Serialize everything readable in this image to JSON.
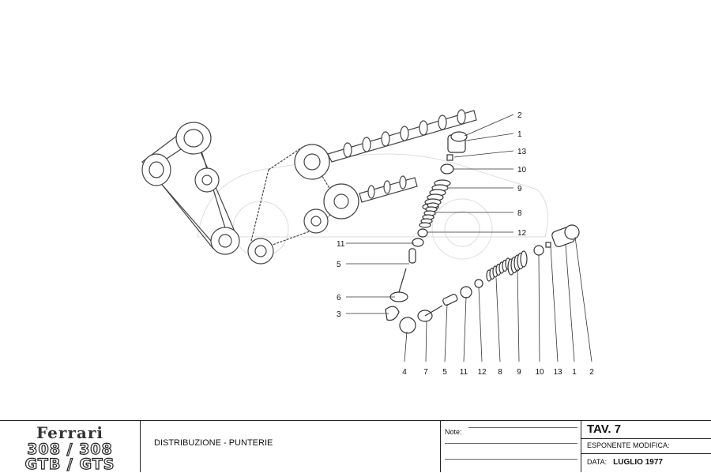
{
  "diagram": {
    "upper_callouts": [
      "2",
      "1",
      "13",
      "10",
      "9",
      "8",
      "12"
    ],
    "left_callouts": [
      "11",
      "5",
      "6",
      "3"
    ],
    "bottom_callouts": [
      "4",
      "7",
      "5",
      "11",
      "12",
      "8",
      "9",
      "10",
      "13",
      "1",
      "2"
    ]
  },
  "title_block": {
    "brand": "Ferrari",
    "models_line1": "308 / 308",
    "models_line2": "GTB / GTS",
    "title": "DISTRIBUZIONE - PUNTERIE",
    "notes_label": "Note:",
    "table_number": "TAV. 7",
    "revision_label": "ESPONENTE MODIFICA:",
    "date_label": "DATA:",
    "date_value": "LUGLIO  1977"
  }
}
